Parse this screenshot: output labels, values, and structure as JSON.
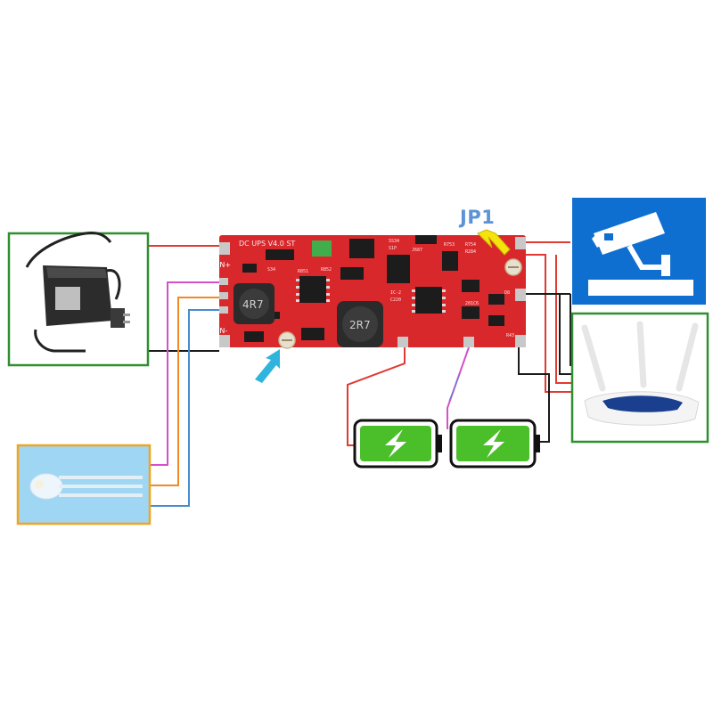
{
  "board": {
    "model": "DC UPS V4.0 ST",
    "jumper_label": "JP1",
    "pin_in_plus": "IN+",
    "pin_in_minus": "IN-",
    "silk": [
      "S34",
      "R851",
      "R852",
      "SS34",
      "S1P",
      "J687",
      "R753",
      "R754",
      "R284",
      "IC-2",
      "C220",
      "201C6",
      "D8",
      "R43"
    ],
    "inductor_1": "4R7",
    "inductor_2": "2R7"
  },
  "colors": {
    "pcb": "#d9282c",
    "wire_red": "#e03a31",
    "wire_black": "#1b1b1b",
    "wire_magenta": "#d451c8",
    "wire_orange": "#f08a22",
    "wire_blue": "#4a8ad0",
    "frame_green": "#2f8f2f",
    "frame_orange": "#f0a51c",
    "camera_sign_blue": "#0f6fd0",
    "battery_green": "#4bbf2a",
    "arrow_blue": "#2fb4dd",
    "arrow_yellow": "#f4e40c"
  },
  "icons": [
    "power-adapter",
    "led-indicator",
    "cctv-camera",
    "wifi-router",
    "battery",
    "lightning-bolt"
  ]
}
